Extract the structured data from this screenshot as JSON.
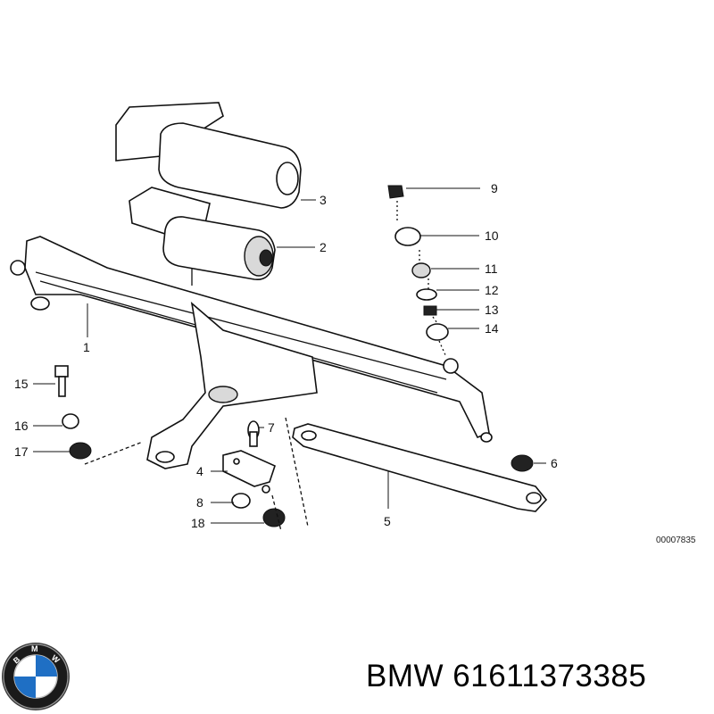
{
  "callouts": {
    "c1": "1",
    "c2": "2",
    "c3": "3",
    "c4": "4",
    "c5": "5",
    "c6": "6",
    "c7": "7",
    "c8": "8",
    "c9": "9",
    "c10": "10",
    "c11": "11",
    "c12": "12",
    "c13": "13",
    "c14": "14",
    "c15": "15",
    "c16": "16",
    "c17": "17",
    "c18": "18"
  },
  "diagram_code": "00007835",
  "brand": {
    "logo_letters": "BMW"
  },
  "part_number_text": "BMW 61611373385"
}
